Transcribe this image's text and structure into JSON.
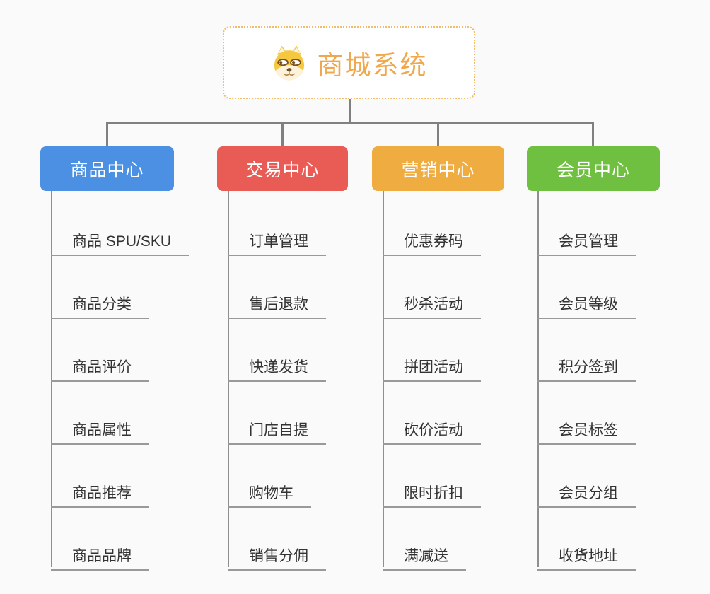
{
  "root": {
    "title": "商城系统",
    "icon": "dog-face-icon"
  },
  "branches": [
    {
      "label": "商品中心",
      "color": "#4b90e2",
      "children": [
        "商品 SPU/SKU",
        "商品分类",
        "商品评价",
        "商品属性",
        "商品推荐",
        "商品品牌"
      ]
    },
    {
      "label": "交易中心",
      "color": "#e95c55",
      "children": [
        "订单管理",
        "售后退款",
        "快递发货",
        "门店自提",
        "购物车",
        "销售分佣"
      ]
    },
    {
      "label": "营销中心",
      "color": "#efac41",
      "children": [
        "优惠券码",
        "秒杀活动",
        "拼团活动",
        "砍价活动",
        "限时折扣",
        "满减送"
      ]
    },
    {
      "label": "会员中心",
      "color": "#6fc040",
      "children": [
        "会员管理",
        "会员等级",
        "积分签到",
        "会员标签",
        "会员分组",
        "收货地址"
      ]
    }
  ],
  "colors": {
    "bg": "#fafafa",
    "accent": "#f0a84e",
    "root_border": "#f2bc68",
    "line": "#808080",
    "underline": "#999999",
    "text": "#333333",
    "branch_blue": "#4b90e2",
    "branch_red": "#e95c55",
    "branch_orange": "#efac41",
    "branch_green": "#6fc040"
  }
}
